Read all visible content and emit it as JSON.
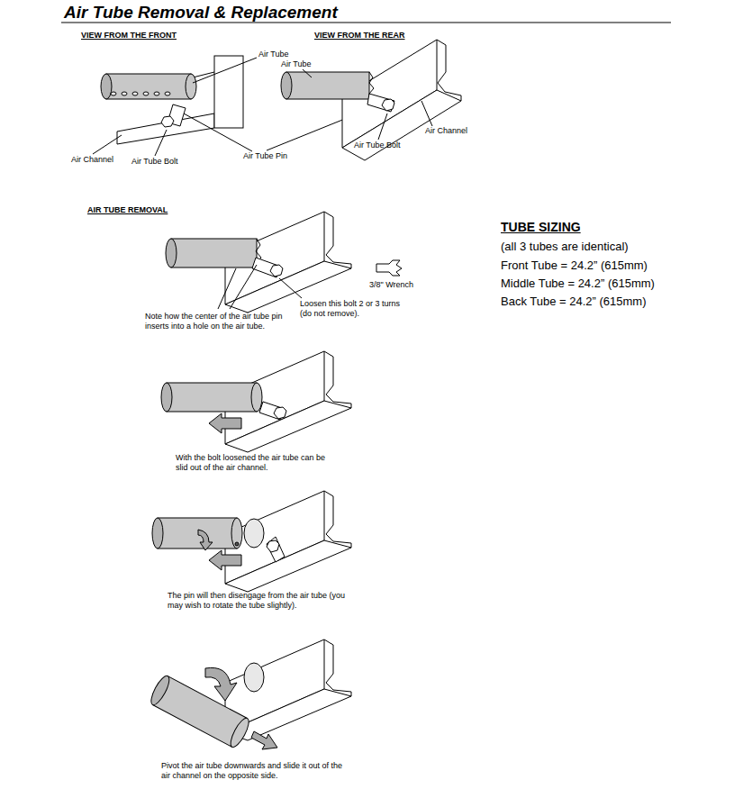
{
  "diagram": {
    "title": "Air Tube Removal & Replacement",
    "labels": [
      "VIEW FROM THE FRONT",
      "VIEW FROM THE REAR",
      "Air Tube",
      "Air Channel",
      "Air Tube Bolt",
      "Air Tube Pin",
      "Air Tube",
      "Air Tube Bolt",
      "Air Channel",
      "AIR TUBE REMOVAL",
      "3/8\" Wrench",
      "Loosen this bolt 2 or 3 turns (do not remove).",
      "Note how the center of the air tube pin inserts into a hole on the air tube.",
      "With the bolt loosened the air tube can be slid out of the air channel.",
      "The pin will then disengage from the air tube (you may wish to rotate the tube slightly).",
      "Pivot the air tube downwards and slide it out of the air channel on the opposite side.",
      "TUBE SIZING",
      "(all 3 tubes are identical)",
      "Front Tube = 24.2” (615mm)",
      "Middle Tube = 24.2” (615mm)",
      "Back Tube = 24.2” (615mm)"
    ]
  }
}
